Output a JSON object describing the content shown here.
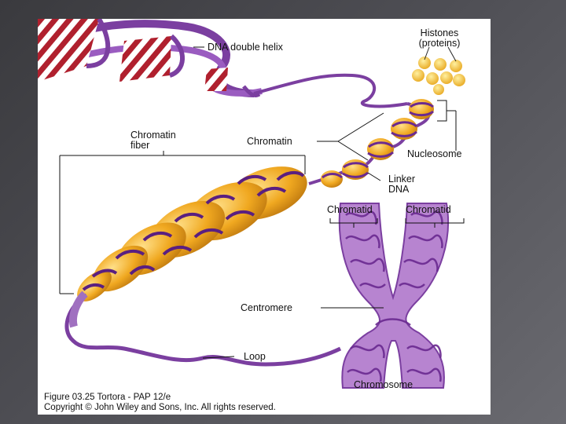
{
  "figure": {
    "labels": {
      "dna_double_helix": "DNA double helix",
      "histones_line1": "Histones",
      "histones_line2": "(proteins)",
      "chromatin_fiber_line1": "Chromatin",
      "chromatin_fiber_line2": "fiber",
      "chromatin": "Chromatin",
      "nucleosome": "Nucleosome",
      "linker_line1": "Linker",
      "linker_line2": "DNA",
      "chromatid_left": "Chromatid",
      "chromatid_right": "Chromatid",
      "centromere": "Centromere",
      "loop": "Loop",
      "chromosome": "Chromosome"
    },
    "caption": {
      "line1": "Figure 03.25  Tortora - PAP 12/e",
      "line2": "Copyright © John Wiley and Sons, Inc. All rights reserved."
    },
    "colors": {
      "dna_purple": "#7b3fa0",
      "dna_stripe_red": "#b0202e",
      "histone_orange": "#f0a820",
      "chromosome_lilac": "#b784d0"
    }
  }
}
